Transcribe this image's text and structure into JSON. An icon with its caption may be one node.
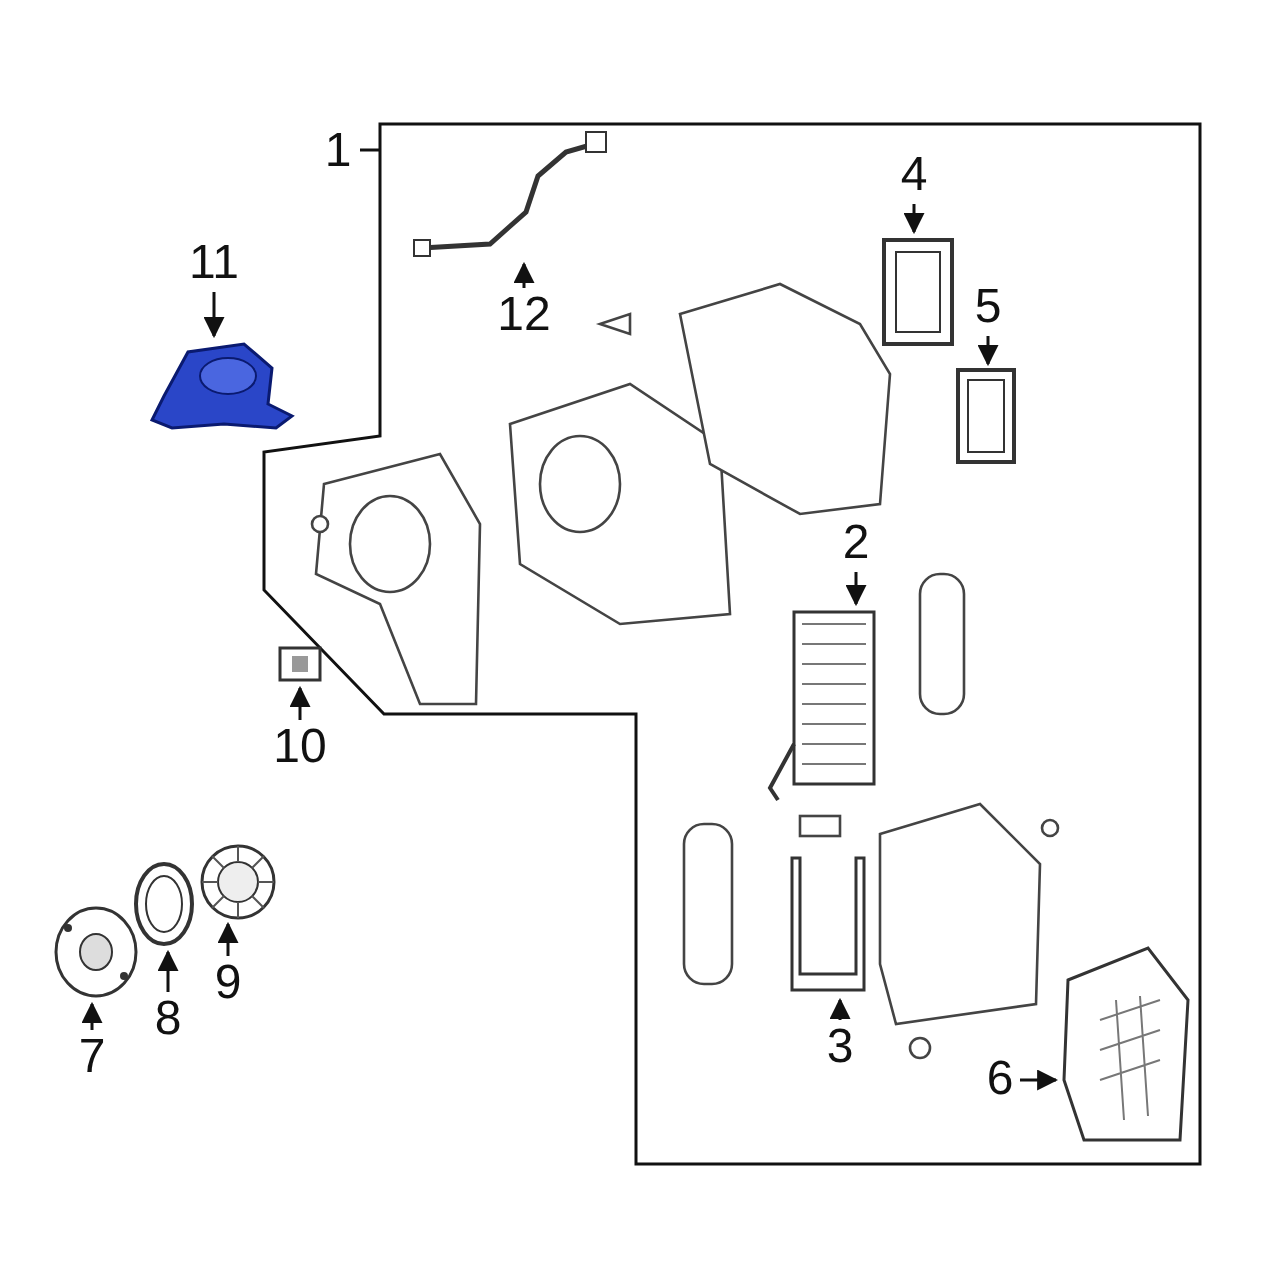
{
  "diagram": {
    "nodes": [
      {
        "text": [
          "1"
        ]
      },
      {
        "text": [],
        "shape": "box"
      },
      {
        "text": [
          "11"
        ]
      },
      {
        "text": [],
        "shape": "picture"
      },
      {
        "text": [
          "12"
        ],
        "in": 1
      },
      {
        "text": [],
        "shape": "picture",
        "in": 1
      },
      {
        "text": [
          "4"
        ],
        "in": 1
      },
      {
        "text": [],
        "shape": "picture",
        "in": 1
      },
      {
        "text": [
          "5"
        ],
        "in": 1
      },
      {
        "text": [],
        "shape": "picture",
        "in": 1
      },
      {
        "text": [
          "2"
        ],
        "in": 1
      },
      {
        "text": [],
        "shape": "picture",
        "in": 1
      },
      {
        "text": [
          "10"
        ]
      },
      {
        "text": [],
        "shape": "picture"
      },
      {
        "text": [
          "3"
        ],
        "in": 1
      },
      {
        "text": [],
        "shape": "picture",
        "in": 1
      },
      {
        "text": [
          "6"
        ],
        "in": 1
      },
      {
        "text": [],
        "shape": "picture",
        "in": 1
      },
      {
        "text": [
          "7"
        ]
      },
      {
        "text": [],
        "shape": "picture"
      },
      {
        "text": [
          "8"
        ]
      },
      {
        "text": [],
        "shape": "picture"
      },
      {
        "text": [
          "9"
        ]
      },
      {
        "text": [],
        "shape": "picture"
      }
    ],
    "edges": [
      {
        "from": 0,
        "to": 1,
        "arrow": "none"
      },
      {
        "from": 2,
        "to": 3,
        "arrow": "to"
      },
      {
        "from": 4,
        "to": 5,
        "arrow": "to"
      },
      {
        "from": 6,
        "to": 7,
        "arrow": "to"
      },
      {
        "from": 8,
        "to": 9,
        "arrow": "to"
      },
      {
        "from": 10,
        "to": 11,
        "arrow": "to"
      },
      {
        "from": 12,
        "to": 13,
        "arrow": "to"
      },
      {
        "from": 14,
        "to": 15,
        "arrow": "to"
      },
      {
        "from": 16,
        "to": 17,
        "arrow": "to"
      },
      {
        "from": 18,
        "to": 19,
        "arrow": "to"
      },
      {
        "from": 20,
        "to": 21,
        "arrow": "to"
      },
      {
        "from": 22,
        "to": 23,
        "arrow": "to"
      }
    ]
  }
}
